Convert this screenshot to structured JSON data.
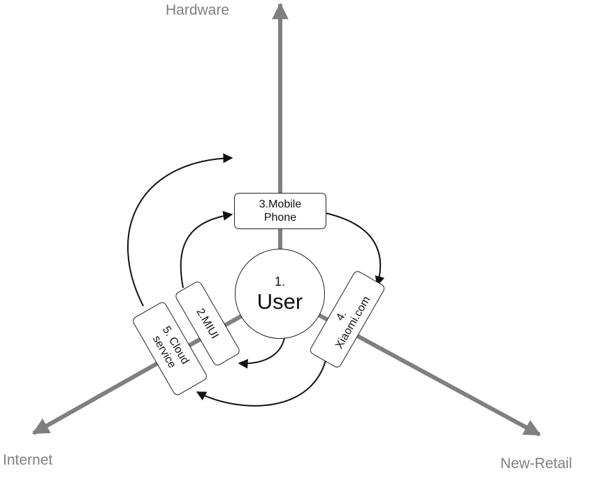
{
  "axes": {
    "top": "Hardware",
    "left": "Internet",
    "right": "New-Retail"
  },
  "colors": {
    "axis": "#7f7f7f",
    "label": "#7f7f7f",
    "stroke": "#222222",
    "box_fill": "#ffffff"
  },
  "user": {
    "number": "1.",
    "label": "User"
  },
  "nodes": {
    "miui": {
      "lines": [
        "2.MIUI"
      ]
    },
    "mobile": {
      "lines": [
        "3.Mobile",
        "Phone"
      ]
    },
    "xiaomi": {
      "lines": [
        "4.",
        "Xiaomi.com"
      ]
    },
    "cloud": {
      "lines": [
        "5. Cloud",
        "service"
      ]
    }
  }
}
